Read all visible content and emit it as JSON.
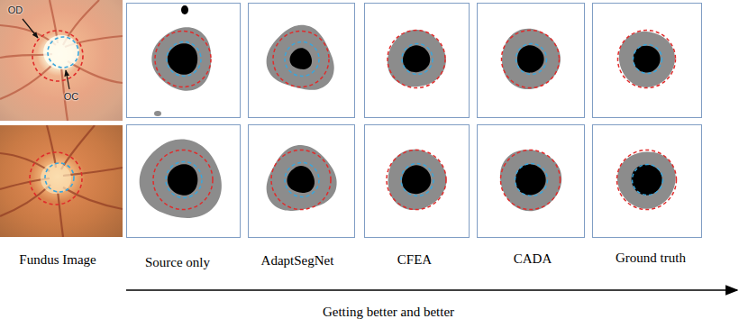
{
  "diagram": {
    "labels": [
      "OD",
      "OC",
      "Fundus Image",
      "Source only",
      "AdaptSegNet",
      "CFEA",
      "CADA",
      "Ground truth",
      "Getting better and better"
    ]
  }
}
